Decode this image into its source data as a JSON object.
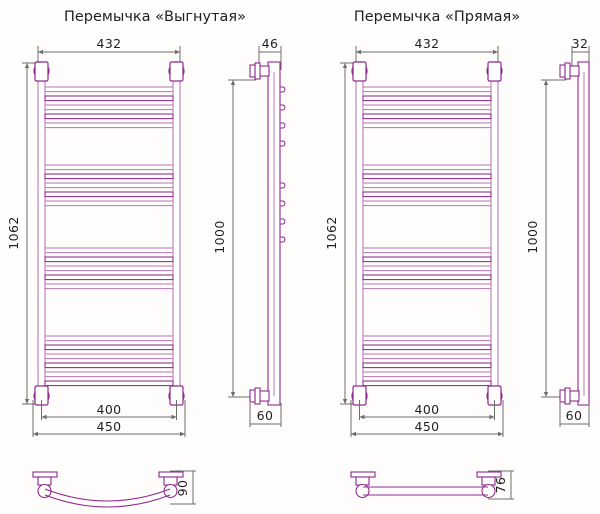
{
  "page": {
    "background": "#fffdfb",
    "line_color_light": "#b87cb4",
    "line_color_dark": "#8d2a8d",
    "dim_color": "#6d6d6d",
    "text_color": "#231f20"
  },
  "drawings": [
    {
      "id": "curved",
      "title": "Перемычка «Выгнутая»",
      "front_view": {
        "name": "front-view-curved",
        "dimensions": {
          "top_width": "432",
          "height": "1062",
          "bottom_inner": "400",
          "bottom_outer": "450"
        },
        "rung_groups": 4,
        "rungs_per_group": 4
      },
      "side_view": {
        "name": "side-view-curved",
        "dimensions": {
          "top_width": "46",
          "height": "1000",
          "bottom_width": "60"
        }
      },
      "bottom_view": {
        "name": "bottom-view-curved",
        "shape": "curved",
        "dimensions": {
          "depth": "90"
        }
      }
    },
    {
      "id": "straight",
      "title": "Перемычка «Прямая»",
      "front_view": {
        "name": "front-view-straight",
        "dimensions": {
          "top_width": "432",
          "height": "1062",
          "bottom_inner": "400",
          "bottom_outer": "450"
        },
        "rung_groups": 4,
        "rungs_per_group": 4
      },
      "side_view": {
        "name": "side-view-straight",
        "dimensions": {
          "top_width": "32",
          "height": "1000",
          "bottom_width": "60"
        }
      },
      "bottom_view": {
        "name": "bottom-view-straight",
        "shape": "straight",
        "dimensions": {
          "depth": "76"
        }
      }
    }
  ]
}
